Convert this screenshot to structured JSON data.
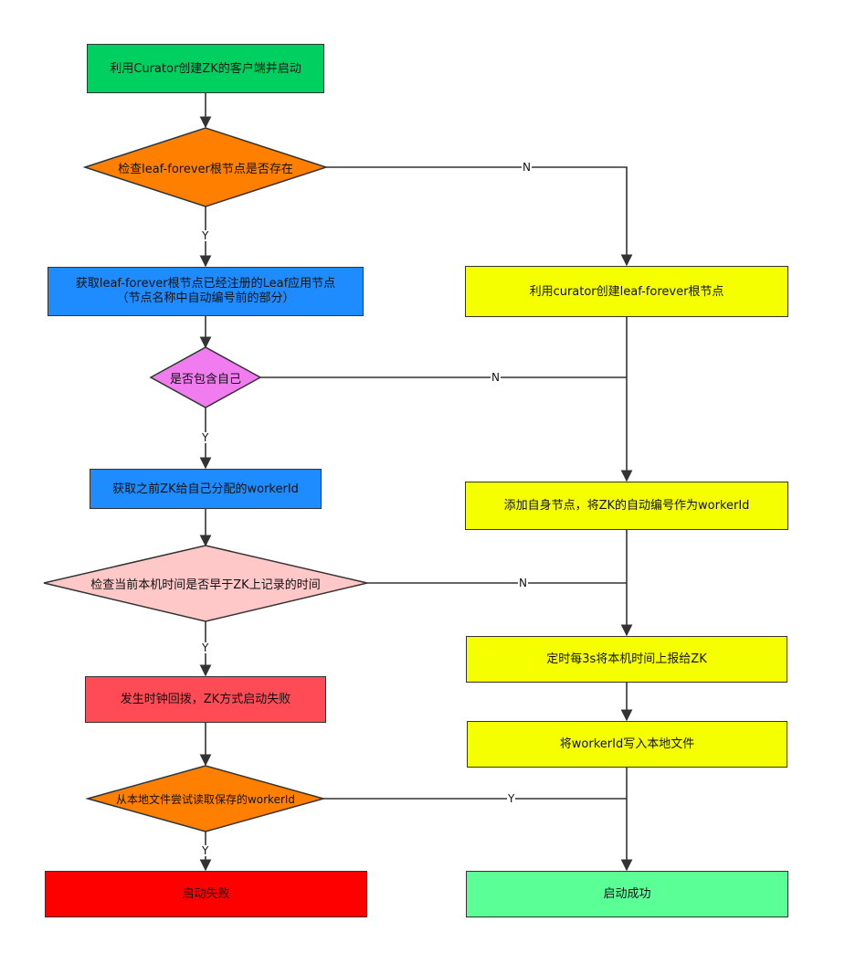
{
  "colors": {
    "green": "#00d060",
    "orange": "#ff7f00",
    "blue": "#1e8cff",
    "yellow": "#f5ff00",
    "magenta": "#f07cf0",
    "pink": "#ffc8c8",
    "red_light": "#ff4b55",
    "red": "#ff0000",
    "mint": "#5aff96",
    "line": "#333333"
  },
  "nodes": {
    "start": "利用Curator创建ZK的客户端并启动",
    "check_root": "检查leaf-forever根节点是否存在",
    "create_root": "利用curator创建leaf-forever根节点",
    "get_registered_line1": "获取leaf-forever根节点已经注册的Leaf应用节点",
    "get_registered_line2": "（节点名称中自动编号前的部分）",
    "contains_self": "是否包含自己",
    "get_worker_id": "获取之前ZK给自己分配的workerId",
    "add_self_node": "添加自身节点，将ZK的自动编号作为workerId",
    "check_time": "检查当前本机时间是否早于ZK上记录的时间",
    "report_time": "定时每3s将本机时间上报给ZK",
    "clock_backwards": "发生时钟回拨，ZK方式启动失败",
    "write_local": "将workerId写入本地文件",
    "read_local": "从本地文件尝试读取保存的workerId",
    "start_fail": "启动失败",
    "start_success": "启动成功"
  },
  "edge_labels": {
    "root_no": "N",
    "root_yes": "Y",
    "contains_no": "N",
    "contains_yes": "Y",
    "time_no": "N",
    "time_yes": "Y",
    "read_yes_right": "Y",
    "read_yes_down": "Y"
  }
}
